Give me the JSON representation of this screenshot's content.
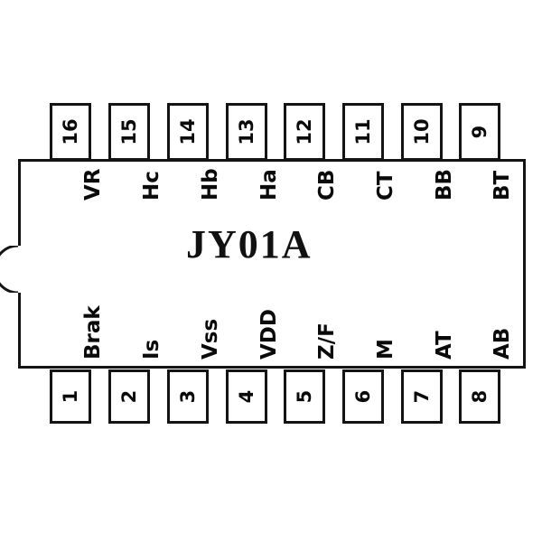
{
  "diagram": {
    "type": "ic-pinout",
    "package": "DIP-16",
    "part_number": "JY01A",
    "colors": {
      "outline": "#141414",
      "text": "#0a0a0a",
      "background": "#ffffff"
    },
    "features": {
      "notch": "semicircular pin-1 orientation notch on left edge"
    }
  },
  "pins": {
    "top_row": [
      {
        "number": "16",
        "label": "VR"
      },
      {
        "number": "15",
        "label": "Hc"
      },
      {
        "number": "14",
        "label": "Hb"
      },
      {
        "number": "13",
        "label": "Ha"
      },
      {
        "number": "12",
        "label": "CB"
      },
      {
        "number": "11",
        "label": "CT"
      },
      {
        "number": "10",
        "label": "BB"
      },
      {
        "number": "9",
        "label": "BT"
      }
    ],
    "bottom_row": [
      {
        "number": "1",
        "label": "Brak"
      },
      {
        "number": "2",
        "label": "Is"
      },
      {
        "number": "3",
        "label": "Vss"
      },
      {
        "number": "4",
        "label": "VDD"
      },
      {
        "number": "5",
        "label": "Z/F"
      },
      {
        "number": "6",
        "label": "M"
      },
      {
        "number": "7",
        "label": "AT"
      },
      {
        "number": "8",
        "label": "AB"
      }
    ]
  }
}
